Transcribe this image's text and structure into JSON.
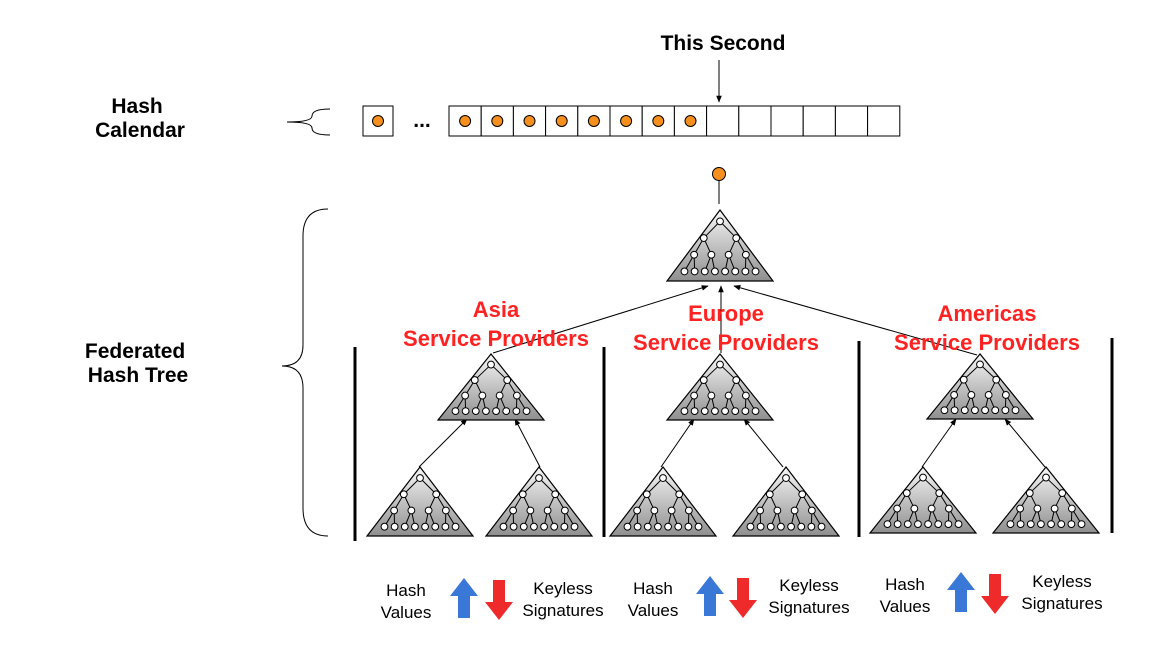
{
  "labels": {
    "this_second": "This Second",
    "hash_calendar": [
      "Hash",
      "Calendar"
    ],
    "federated_tree": [
      "Federated",
      "Hash Tree"
    ],
    "ellipsis": "..."
  },
  "regions": [
    {
      "line1": "Asia",
      "line2": "Service Providers"
    },
    {
      "line1": "Europe",
      "line2": "Service Providers"
    },
    {
      "line1": "Americas",
      "line2": "Service Providers"
    }
  ],
  "legend": {
    "hash_values": [
      "Hash",
      "Values"
    ],
    "keyless_signatures": [
      "Keyless",
      "Signatures"
    ]
  },
  "colors": {
    "node_fill": "#f5901e",
    "region_text": "#ff2222",
    "up_arrow": "#3a78d8",
    "down_arrow": "#ee2a2a"
  },
  "icons": [
    "up-arrow-icon",
    "down-arrow-icon"
  ]
}
